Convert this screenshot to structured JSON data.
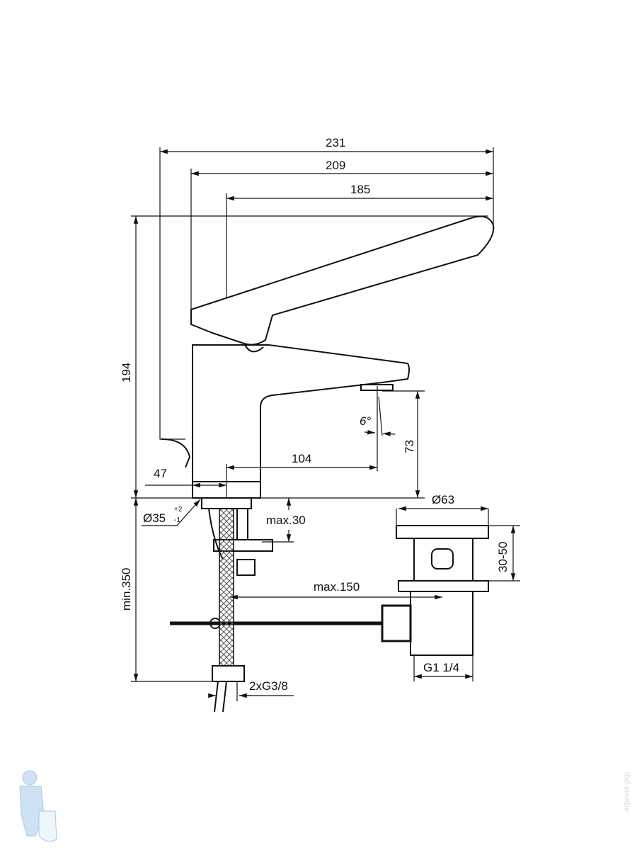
{
  "dimensions": {
    "d231": "231",
    "d209": "209",
    "d185": "185",
    "d194": "194",
    "d47": "47",
    "d104": "104",
    "d73": "73",
    "angle": "6°",
    "d35": "Ø35",
    "d35_tol_plus": "+2",
    "d35_tol_minus": "-1",
    "max30": "max.30",
    "min350": "min.350",
    "max150": "max.150",
    "d63": "Ø63",
    "d30_50": "30-50",
    "g114": "G1 1/4",
    "g38": "2xG3/8"
  },
  "watermark": "афоня.рф",
  "colors": {
    "line": "#111111",
    "logo": "#bcd6ee"
  }
}
